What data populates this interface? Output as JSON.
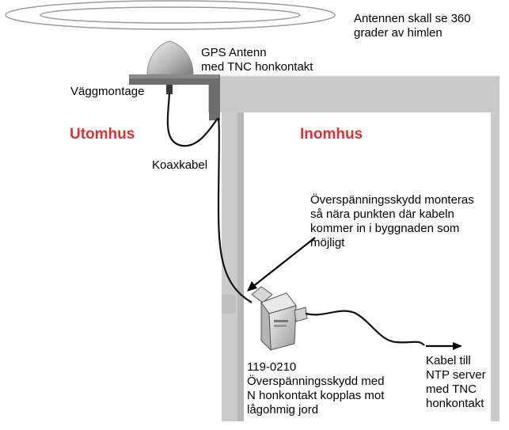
{
  "labels": {
    "sky_view": "Antennen skall se 360\ngrader av himlen",
    "gps_antenna": "GPS Antenn\nmed TNC honkontakt",
    "wall_mount": "Väggmontage",
    "outdoor": "Utomhus",
    "indoor": "Inomhus",
    "coax": "Koaxkabel",
    "surge_note": "Överspänningsskydd monteras\nså nära punkten där kabeln\nkommer in i byggnaden som\nmöjligt",
    "protector": "119-0210\nÖverspänningsskydd med\nN honkontakt kopplas mot\nlågohmig jord",
    "cable_out": "Kabel till\nNTP server\nmed TNC\nhonkontakt"
  },
  "colors": {
    "zone_text": "#e03030",
    "wall": "#c8c8c8",
    "bracket": "#6e6e6e",
    "cable": "#111111"
  },
  "icons": [
    "gps-antenna-dome-icon",
    "wall-bracket-icon",
    "surge-protector-icon",
    "arrow-icon"
  ]
}
